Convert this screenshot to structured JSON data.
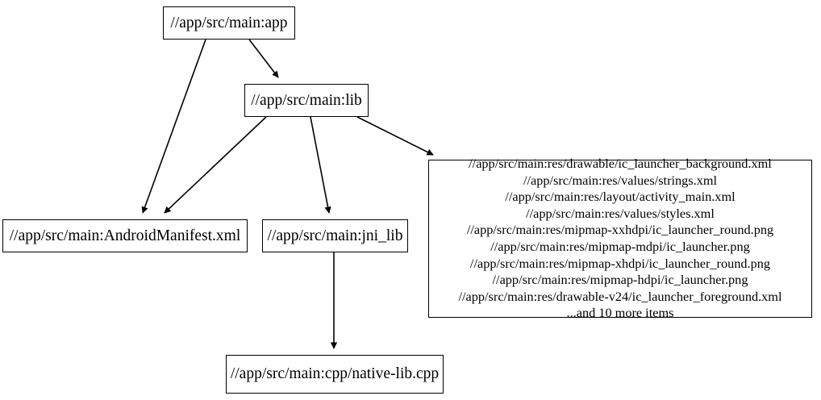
{
  "diagram": {
    "type": "dependency-graph",
    "nodes": [
      {
        "id": "app",
        "label": "//app/src/main:app"
      },
      {
        "id": "lib",
        "label": "//app/src/main:lib"
      },
      {
        "id": "manifest",
        "label": "//app/src/main:AndroidManifest.xml"
      },
      {
        "id": "jni_lib",
        "label": "//app/src/main:jni_lib"
      },
      {
        "id": "native_lib",
        "label": "//app/src/main:cpp/native-lib.cpp"
      },
      {
        "id": "res",
        "label": "//app/src/main:res/drawable/ic_launcher_background.xml\n//app/src/main:res/values/strings.xml\n//app/src/main:res/layout/activity_main.xml\n//app/src/main:res/values/styles.xml\n//app/src/main:res/mipmap-xxhdpi/ic_launcher_round.png\n//app/src/main:res/mipmap-mdpi/ic_launcher.png\n//app/src/main:res/mipmap-xhdpi/ic_launcher_round.png\n//app/src/main:res/mipmap-hdpi/ic_launcher.png\n//app/src/main:res/drawable-v24/ic_launcher_foreground.xml\n...and 10 more items",
        "lines": [
          "//app/src/main:res/drawable/ic_launcher_background.xml",
          "//app/src/main:res/values/strings.xml",
          "//app/src/main:res/layout/activity_main.xml",
          "//app/src/main:res/values/styles.xml",
          "//app/src/main:res/mipmap-xxhdpi/ic_launcher_round.png",
          "//app/src/main:res/mipmap-mdpi/ic_launcher.png",
          "//app/src/main:res/mipmap-xhdpi/ic_launcher_round.png",
          "//app/src/main:res/mipmap-hdpi/ic_launcher.png",
          "//app/src/main:res/drawable-v24/ic_launcher_foreground.xml",
          "...and 10 more items"
        ]
      }
    ],
    "edges": [
      {
        "from": "app",
        "to": "manifest"
      },
      {
        "from": "app",
        "to": "lib"
      },
      {
        "from": "lib",
        "to": "manifest"
      },
      {
        "from": "lib",
        "to": "jni_lib"
      },
      {
        "from": "lib",
        "to": "res"
      },
      {
        "from": "jni_lib",
        "to": "native_lib"
      }
    ],
    "colors": {
      "background": "#ffffff",
      "node_border": "#000000",
      "node_fill": "#ffffff",
      "edge": "#000000",
      "text": "#000000"
    }
  }
}
